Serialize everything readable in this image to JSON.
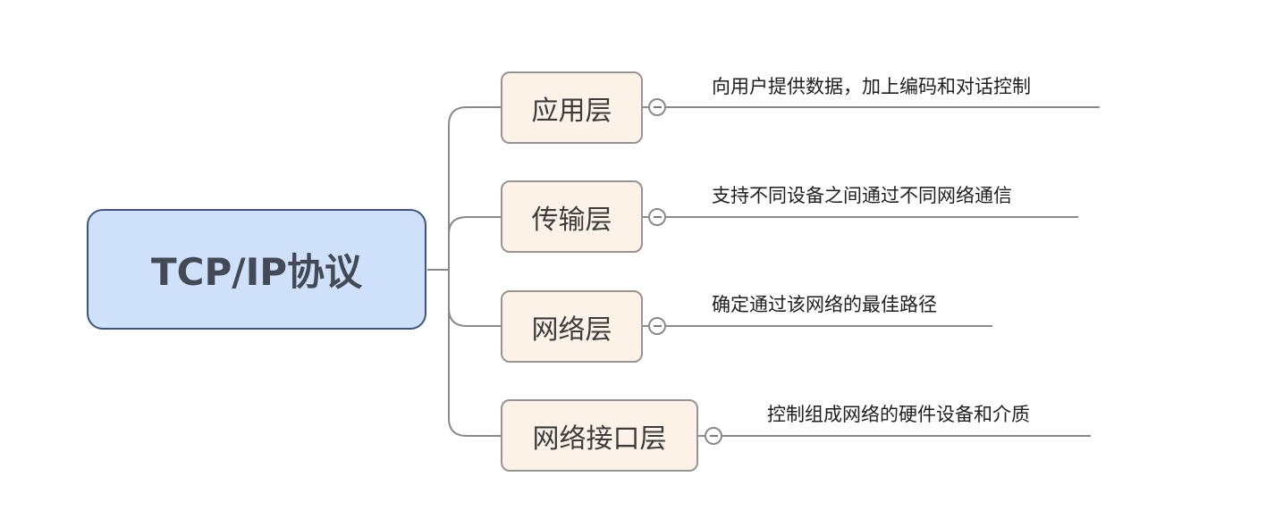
{
  "root": {
    "label": "TCP/IP协议"
  },
  "layers": [
    {
      "label": "应用层",
      "description": "向用户提供数据，加上编码和对话控制"
    },
    {
      "label": "传输层",
      "description": "支持不同设备之间通过不同网络通信"
    },
    {
      "label": "网络层",
      "description": "确定通过该网络的最佳路径"
    },
    {
      "label": "网络接口层",
      "description": "控制组成网络的硬件设备和介质"
    }
  ],
  "colors": {
    "root_fill": "#cfe0fb",
    "root_border": "#3d5380",
    "layer_fill": "#fdf2e7",
    "layer_border": "#9a9490",
    "connector": "#8a8a8a"
  }
}
